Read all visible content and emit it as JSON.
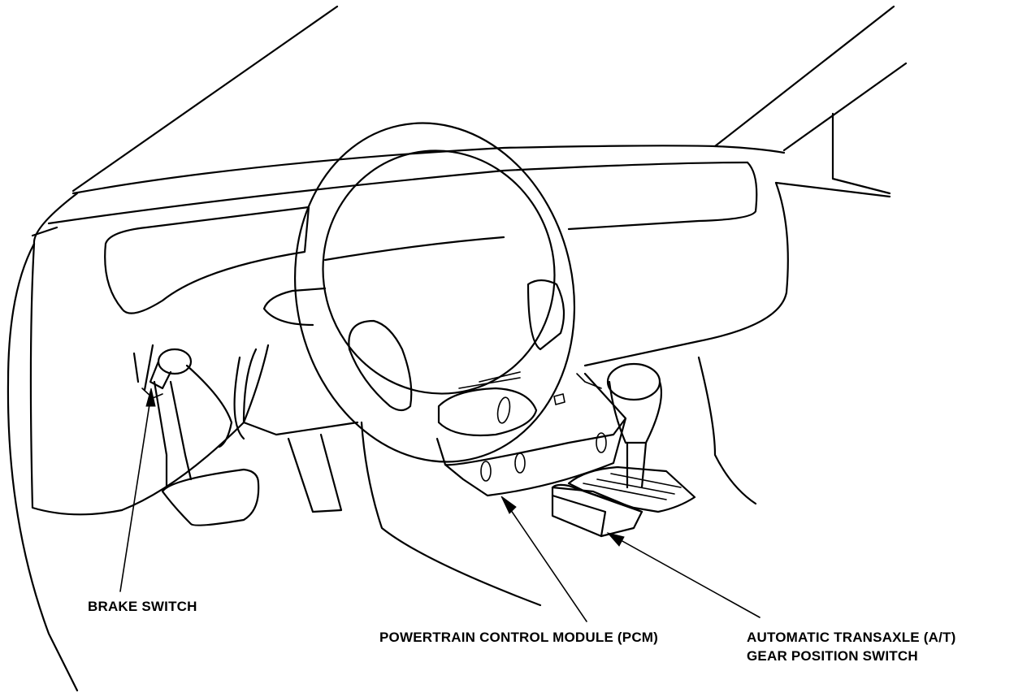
{
  "labels": {
    "brake_switch": "BRAKE SWITCH",
    "pcm": "POWERTRAIN CONTROL MODULE (PCM)",
    "at_switch_line1": "AUTOMATIC TRANSAXLE (A/T)",
    "at_switch_line2": "GEAR POSITION SWITCH"
  },
  "colors": {
    "line": "#000000",
    "background": "#ffffff"
  }
}
